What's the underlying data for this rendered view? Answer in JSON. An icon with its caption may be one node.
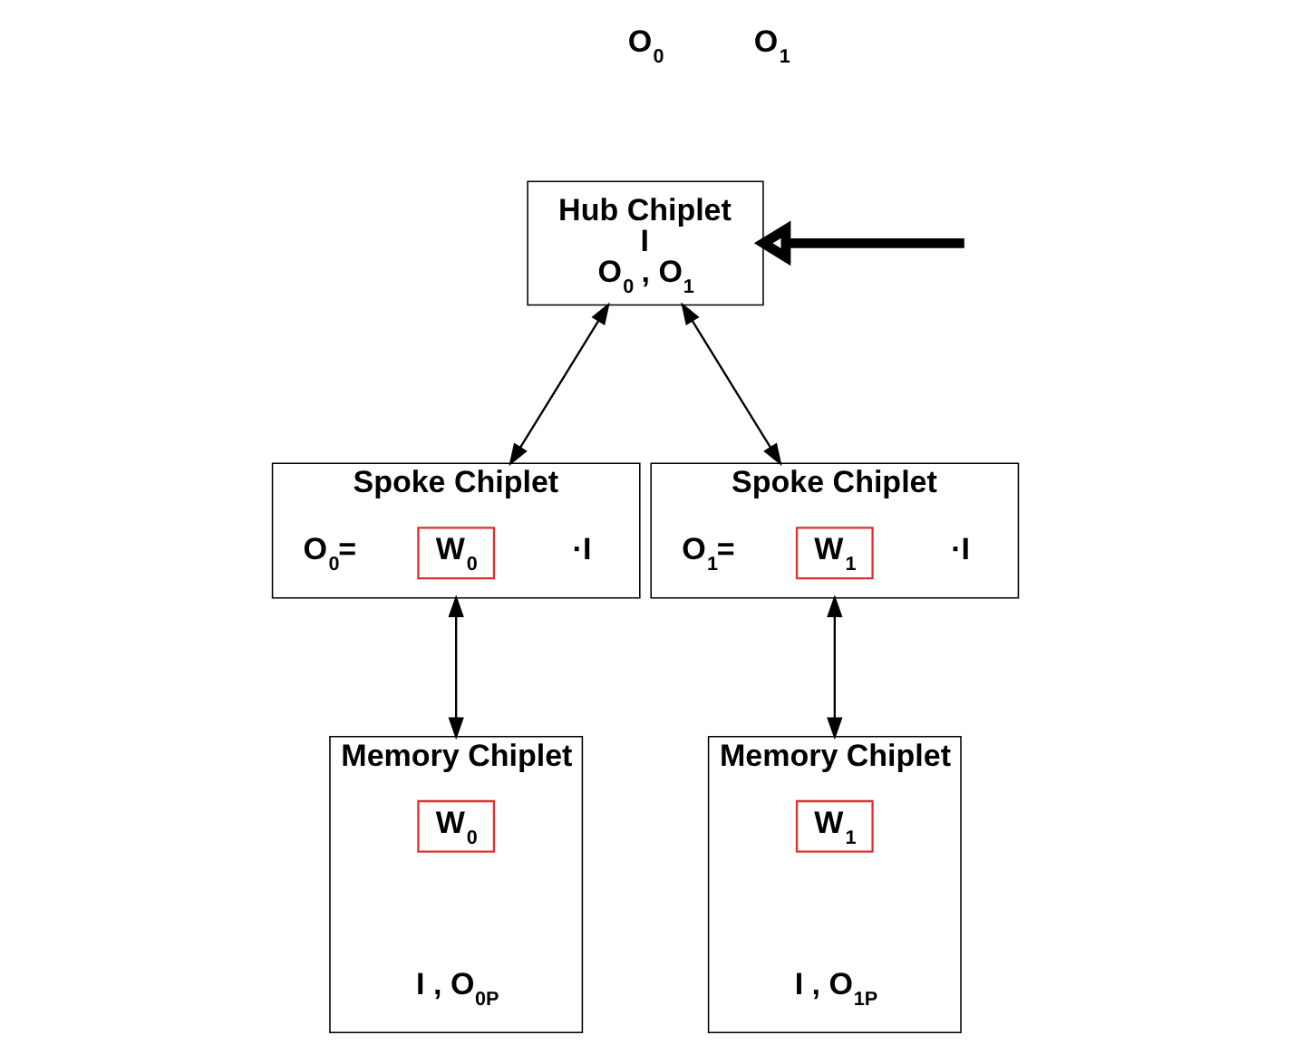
{
  "diagram": {
    "nodes": [
      {
        "text": [
          "Hub Chiplet",
          "I",
          "O$_{0}$ , O$_{1}$"
        ]
      },
      {
        "text": [
          "Spoke Chiplet",
          "O$_{0}$=",
          "·I"
        ]
      },
      {
        "text": [
          "W$_{0}$"
        ],
        "in": 1
      },
      {
        "text": [
          "Spoke Chiplet",
          "O$_{1}$=",
          "·I"
        ]
      },
      {
        "text": [
          "W$_{1}$"
        ],
        "in": 3
      },
      {
        "text": [
          "Memory Chiplet",
          "I , O$_{0P}$"
        ]
      },
      {
        "text": [
          "W$_{0}$"
        ],
        "in": 5
      },
      {
        "text": [
          "Memory Chiplet",
          "I , O$_{1P}$"
        ]
      },
      {
        "text": [
          "W$_{1}$"
        ],
        "in": 7
      }
    ],
    "edges": [
      {
        "from": null,
        "to": 0,
        "arrow": "to",
        "style": "thick"
      },
      {
        "from": 0,
        "to": 1,
        "arrow": "both"
      },
      {
        "from": 0,
        "to": 3,
        "arrow": "both"
      },
      {
        "from": 1,
        "to": 5,
        "arrow": "both"
      },
      {
        "from": 3,
        "to": 7,
        "arrow": "both"
      }
    ],
    "labels": [
      "O$_{0}$",
      "O$_{1}$"
    ]
  }
}
